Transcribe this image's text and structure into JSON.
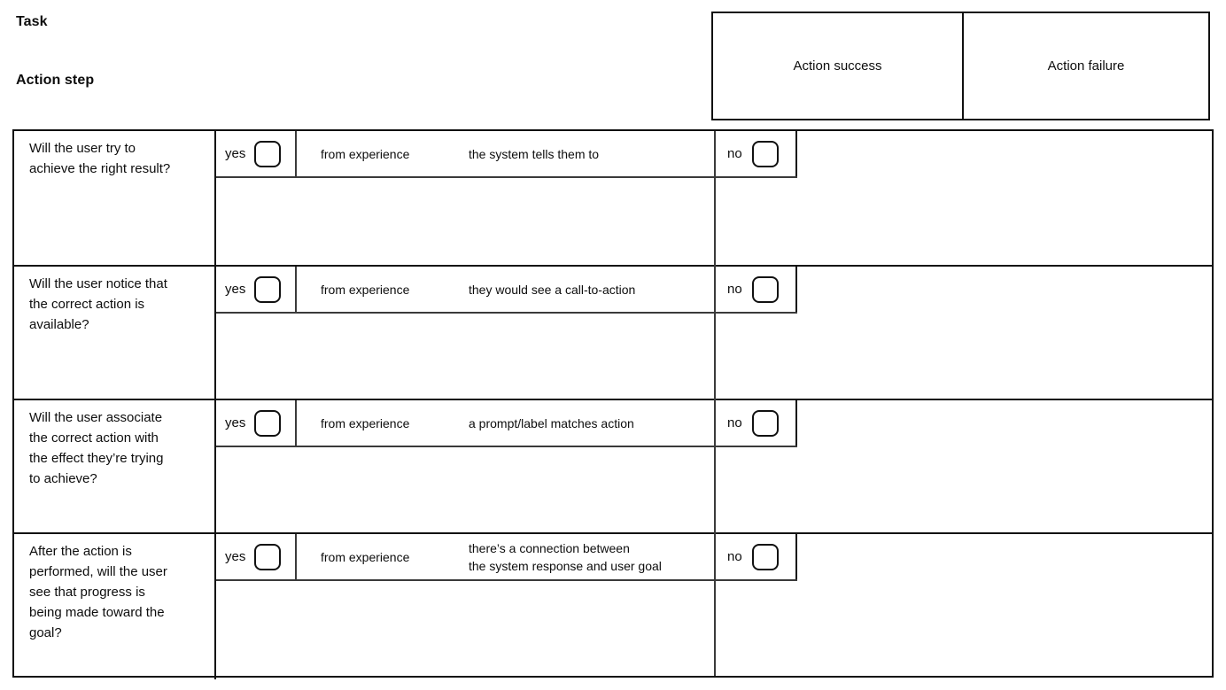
{
  "header": {
    "task_label": "Task",
    "action_step_label": "Action step",
    "columns": [
      {
        "label": "Action success"
      },
      {
        "label": "Action failure"
      }
    ]
  },
  "band_labels": {
    "yes": "yes",
    "no": "no",
    "from_experience": "from experience"
  },
  "rows": [
    {
      "question": [
        "Will the user try to",
        "achieve the right result?"
      ],
      "experience_note": "the system tells them to"
    },
    {
      "question": [
        "Will the user notice that",
        "the correct action is",
        "available?"
      ],
      "experience_note": "they would see a call-to-action"
    },
    {
      "question": [
        "Will the user associate",
        "the correct action with",
        "the effect they’re trying",
        "to achieve?"
      ],
      "experience_note": "a prompt/label matches action"
    },
    {
      "question": [
        "After the action is",
        "performed, will the user",
        "see that progress is",
        "being made toward the",
        "goal?"
      ],
      "experience_note": [
        "there’s a connection between",
        "the system response and user goal"
      ]
    }
  ],
  "colors": {
    "line": "#111111",
    "line-inner": "#3a3a3a",
    "text": "#0d0d0d",
    "bg": "#ffffff"
  }
}
